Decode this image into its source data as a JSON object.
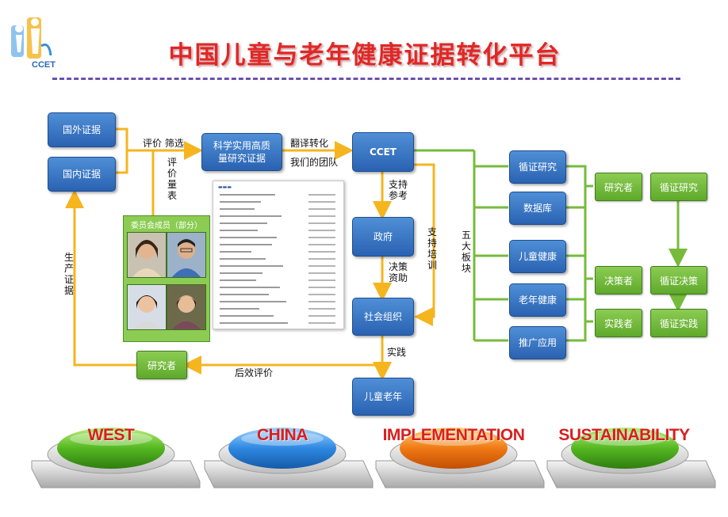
{
  "header": {
    "logo_text": "CCET",
    "title": "中国儿童与老年健康证据转化平台"
  },
  "flow": {
    "foreign_evidence": "国外证据",
    "domestic_evidence": "国内证据",
    "evaluate_filter": "评价 筛选",
    "evaluation_form": "评价量表",
    "quality_research_line1": "科学实用高质",
    "quality_research_line2": "量研究证据",
    "translate_line1": "翻译转化",
    "translate_line2": "我们的团队",
    "ccet": "CCET",
    "support_ref": "支持参考",
    "support_training": "支持培训",
    "government": "政府",
    "decision_fund": "决策资助",
    "social_org": "社会组织",
    "practice": "实践",
    "children_elderly": "儿童老年",
    "researcher": "研究者",
    "followup_eval": "后效评价",
    "produce_evidence": "生产证据",
    "five_modules": "五大板块",
    "committee_title": "委员会成员（部分）"
  },
  "modules": [
    "循证研究",
    "数据库",
    "儿童健康",
    "老年健康",
    "推广应用"
  ],
  "roles": {
    "researcher": "研究者",
    "ebm_research": "循证研究",
    "decision_maker": "决策者",
    "ebm_decision": "循证决策",
    "practitioner": "实践者",
    "ebm_practice": "循证实践"
  },
  "buttons": [
    {
      "label": "WEST",
      "color": "green"
    },
    {
      "label": "CHINA",
      "color": "blue"
    },
    {
      "label": "IMPLEMENTATION",
      "color": "orange"
    },
    {
      "label": "SUSTAINABILITY",
      "color": "green"
    }
  ],
  "colors": {
    "title": "#e02727",
    "blue_box": "#3574c4",
    "green_box": "#76bb3c",
    "arrow_orange": "#f5b51f",
    "connector_green": "#76bb3c"
  }
}
